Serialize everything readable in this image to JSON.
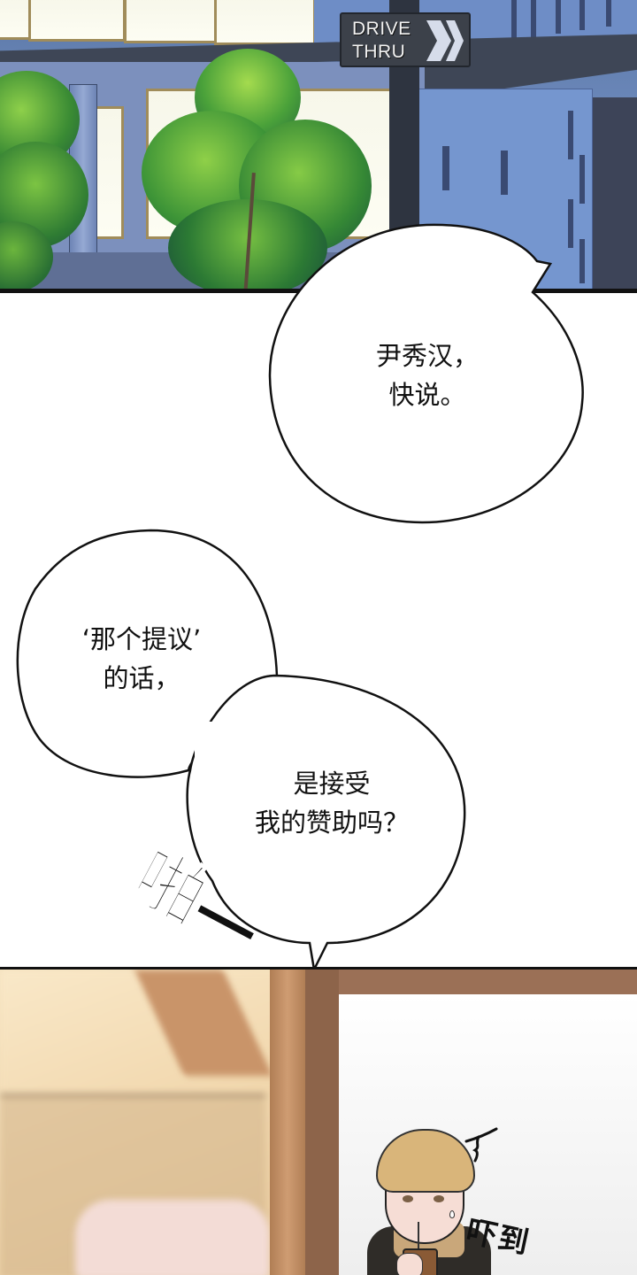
{
  "panels": [
    {
      "id": "panel-1",
      "scene": "street corner with building, trees and drive-thru sign at dusk",
      "sign": {
        "line1": "DRIVE",
        "line2": "THRU",
        "arrow": "double-chevron-right"
      }
    },
    {
      "id": "panel-2",
      "scene": "white background with speech bubbles"
    },
    {
      "id": "panel-3",
      "scene": "blurred cafe interior with blonde young man drinking iced coffee through straw",
      "sfx_small": "吓到",
      "shock_mark": "lightning-squiggle"
    }
  ],
  "bubbles": {
    "bubble1": {
      "text": "尹秀汉，\n快说。"
    },
    "bubble2": {
      "text": "‘那个提议’\n的话，"
    },
    "bubble3": {
      "text": "是接受\n我的赞助吗？"
    }
  },
  "sfx": {
    "main": "啪—"
  },
  "colors": {
    "building_blue": "#7596cf",
    "ledge_dark": "#3e4656",
    "sign_bg": "#3c414a",
    "tree_green": "#4fa33a",
    "panel_border": "#111111",
    "cafe_warm": "#f0d6ad",
    "wood": "#c28f63",
    "hair_blonde": "#d9b57a"
  }
}
